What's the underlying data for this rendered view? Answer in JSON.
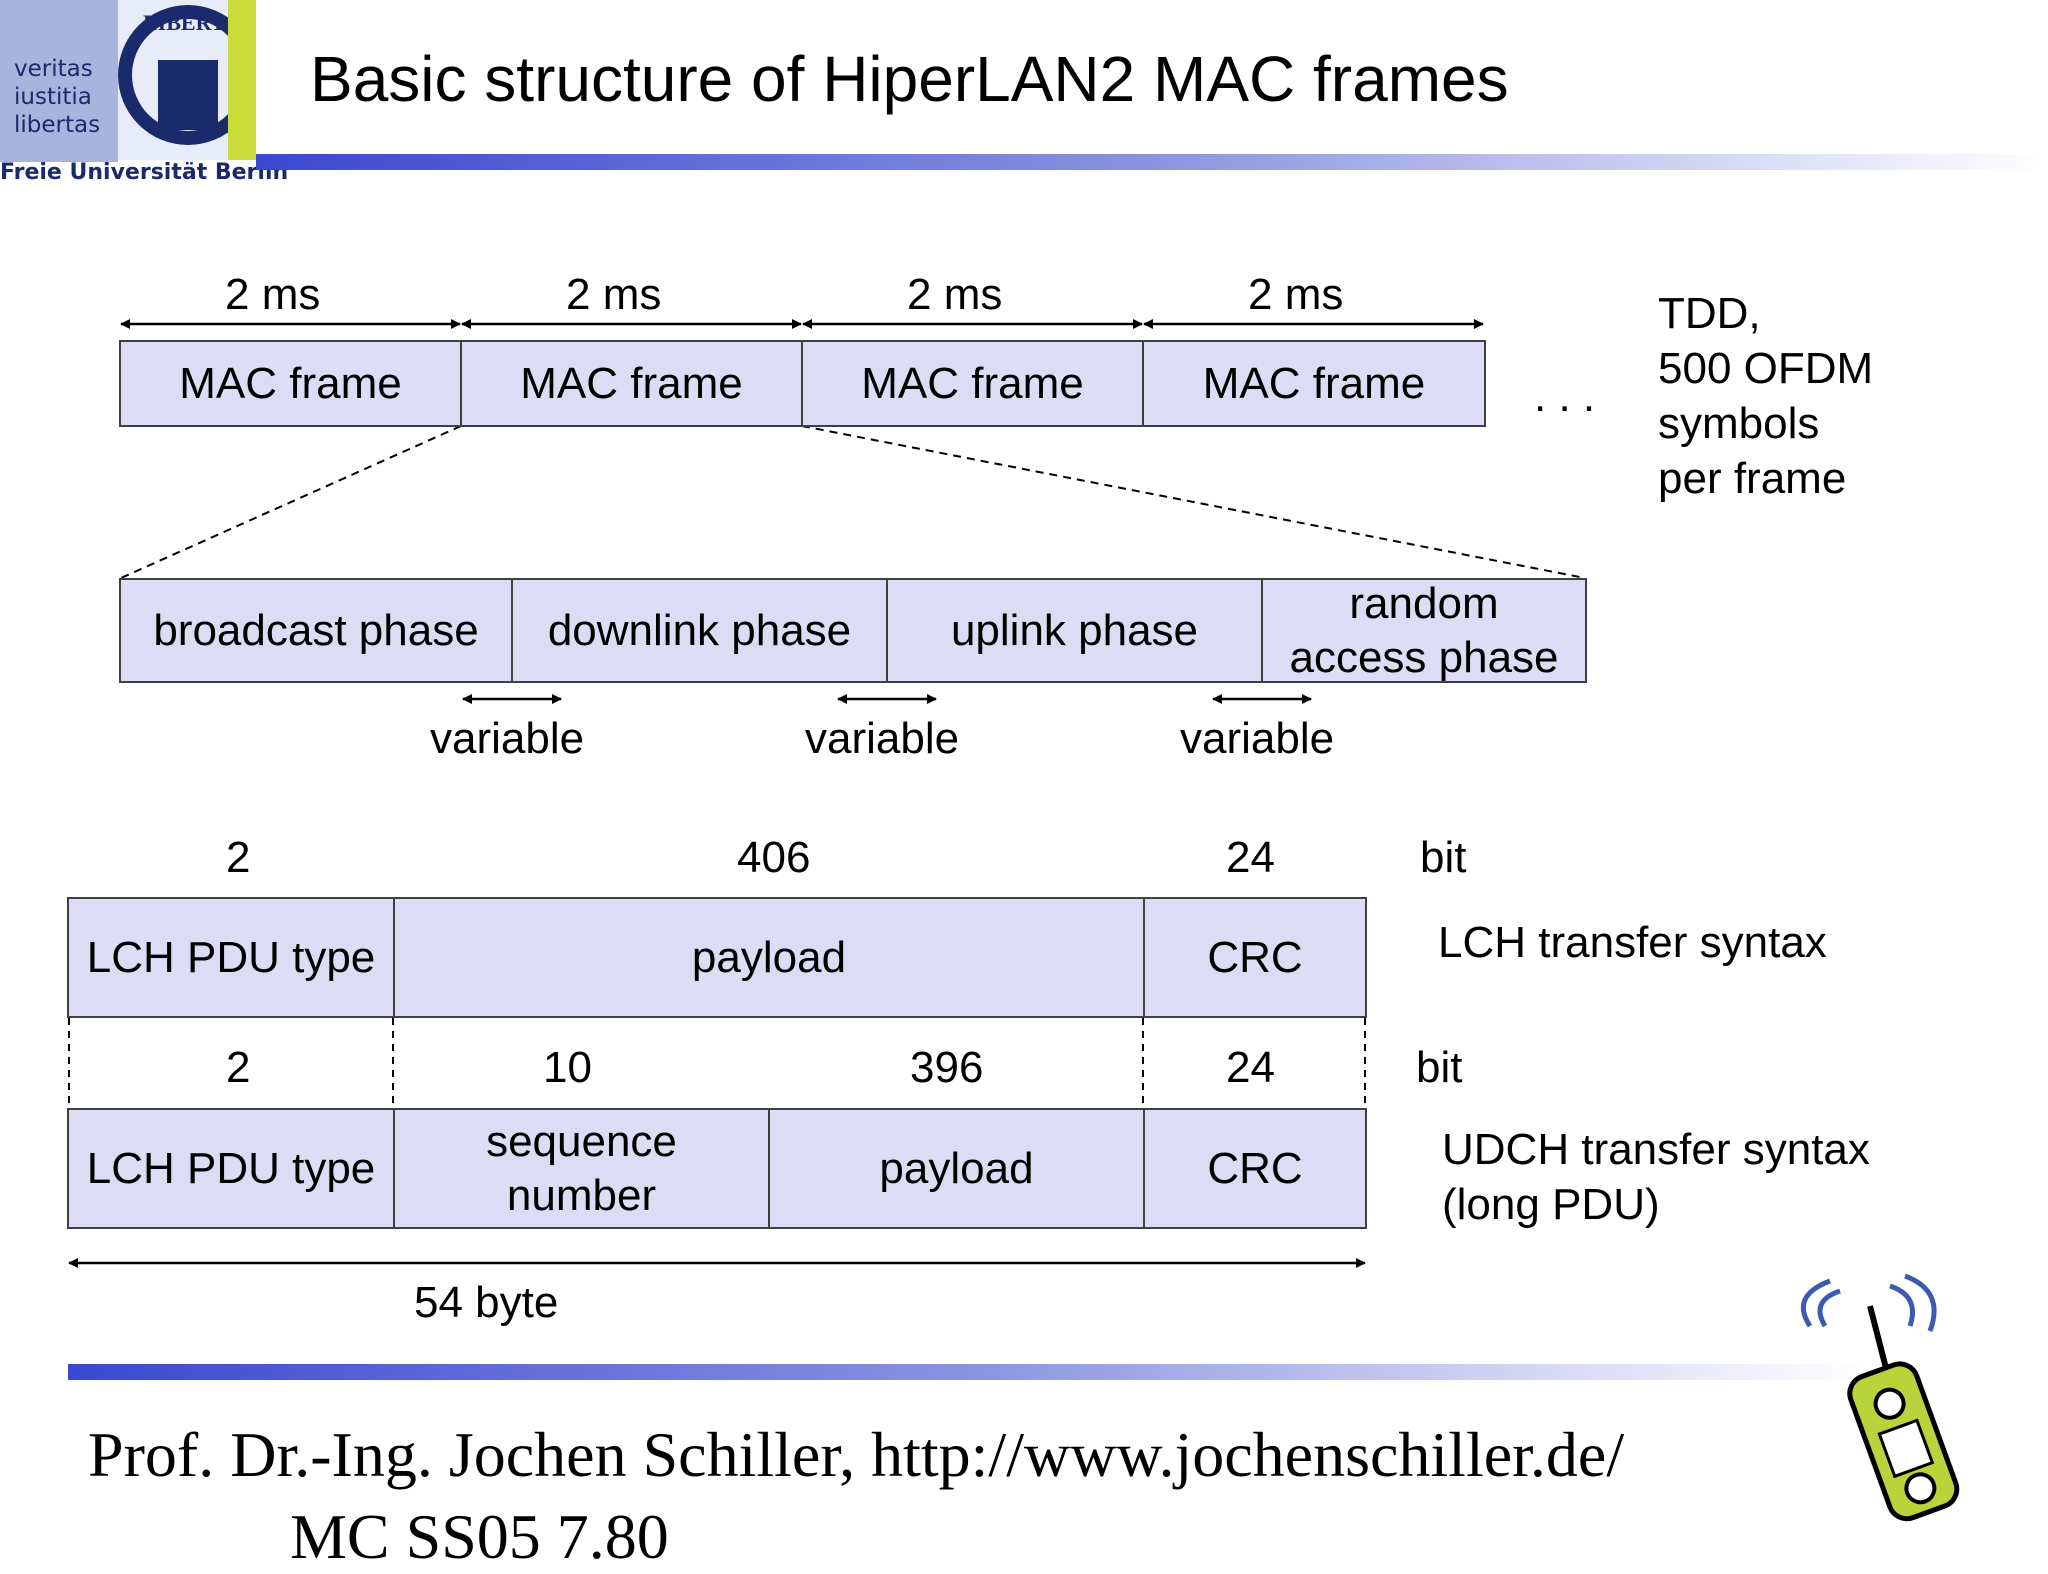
{
  "logo": {
    "words": [
      "veritas",
      "iustitia",
      "libertas"
    ],
    "seal_text": "LIBERTAS",
    "university": "Freie Universität Berlin"
  },
  "title": "Basic structure of HiperLAN2 MAC frames",
  "mac_frames": {
    "durations": [
      "2 ms",
      "2 ms",
      "2 ms",
      "2 ms"
    ],
    "frames": [
      "MAC frame",
      "MAC frame",
      "MAC frame",
      "MAC frame"
    ],
    "ellipsis": ". . .",
    "note": [
      "TDD,",
      "500 OFDM",
      "symbols",
      "per frame"
    ]
  },
  "phases": {
    "items": [
      "broadcast phase",
      "downlink phase",
      "uplink phase"
    ],
    "random": [
      "random",
      "access phase"
    ],
    "variable_label": "variable"
  },
  "lch": {
    "bits": [
      "2",
      "406",
      "24"
    ],
    "unit": "bit",
    "fields": [
      "LCH PDU type",
      "payload",
      "CRC"
    ],
    "label": "LCH transfer syntax"
  },
  "udch": {
    "bits": [
      "2",
      "10",
      "396",
      "24"
    ],
    "unit": "bit",
    "fields": [
      "LCH PDU type",
      "payload",
      "CRC"
    ],
    "seq": [
      "sequence",
      "number"
    ],
    "label": [
      "UDCH transfer syntax",
      "(long PDU)"
    ]
  },
  "total": "54 byte",
  "footer": "Prof. Dr.-Ing. Jochen Schiller, http://www.jochenschiller.de/",
  "footer_line2": "MC SS05          7.80",
  "colors": {
    "box_fill": "#dcdcf4",
    "accent_blue": "#3a48d0",
    "logo_green": "#c8dc3a"
  }
}
